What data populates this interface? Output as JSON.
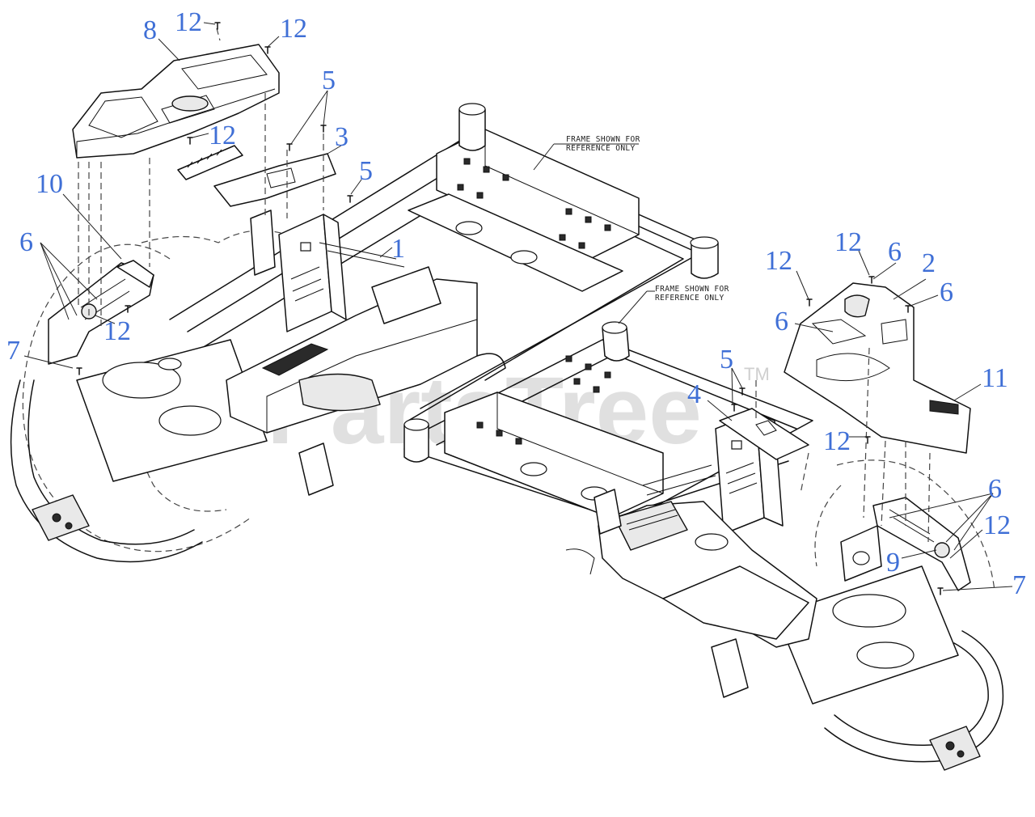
{
  "watermark": {
    "text": "PartsTree",
    "trademark": "TM"
  },
  "notes": [
    {
      "id": "note-left",
      "line1": "FRAME SHOWN FOR",
      "line2": "REFERENCE ONLY"
    },
    {
      "id": "note-right",
      "line1": "FRAME SHOWN FOR",
      "line2": "REFERENCE ONLY"
    }
  ],
  "callouts": [
    "12",
    "12",
    "8",
    "12",
    "5",
    "3",
    "5",
    "10",
    "1",
    "6",
    "12",
    "7",
    "12",
    "6",
    "2",
    "12",
    "6",
    "6",
    "5",
    "4",
    "11",
    "12",
    "6",
    "12",
    "9",
    "7"
  ],
  "colors": {
    "callout": "#3f6fd6",
    "linework": "#111111",
    "watermark": "#d6d6d6"
  }
}
